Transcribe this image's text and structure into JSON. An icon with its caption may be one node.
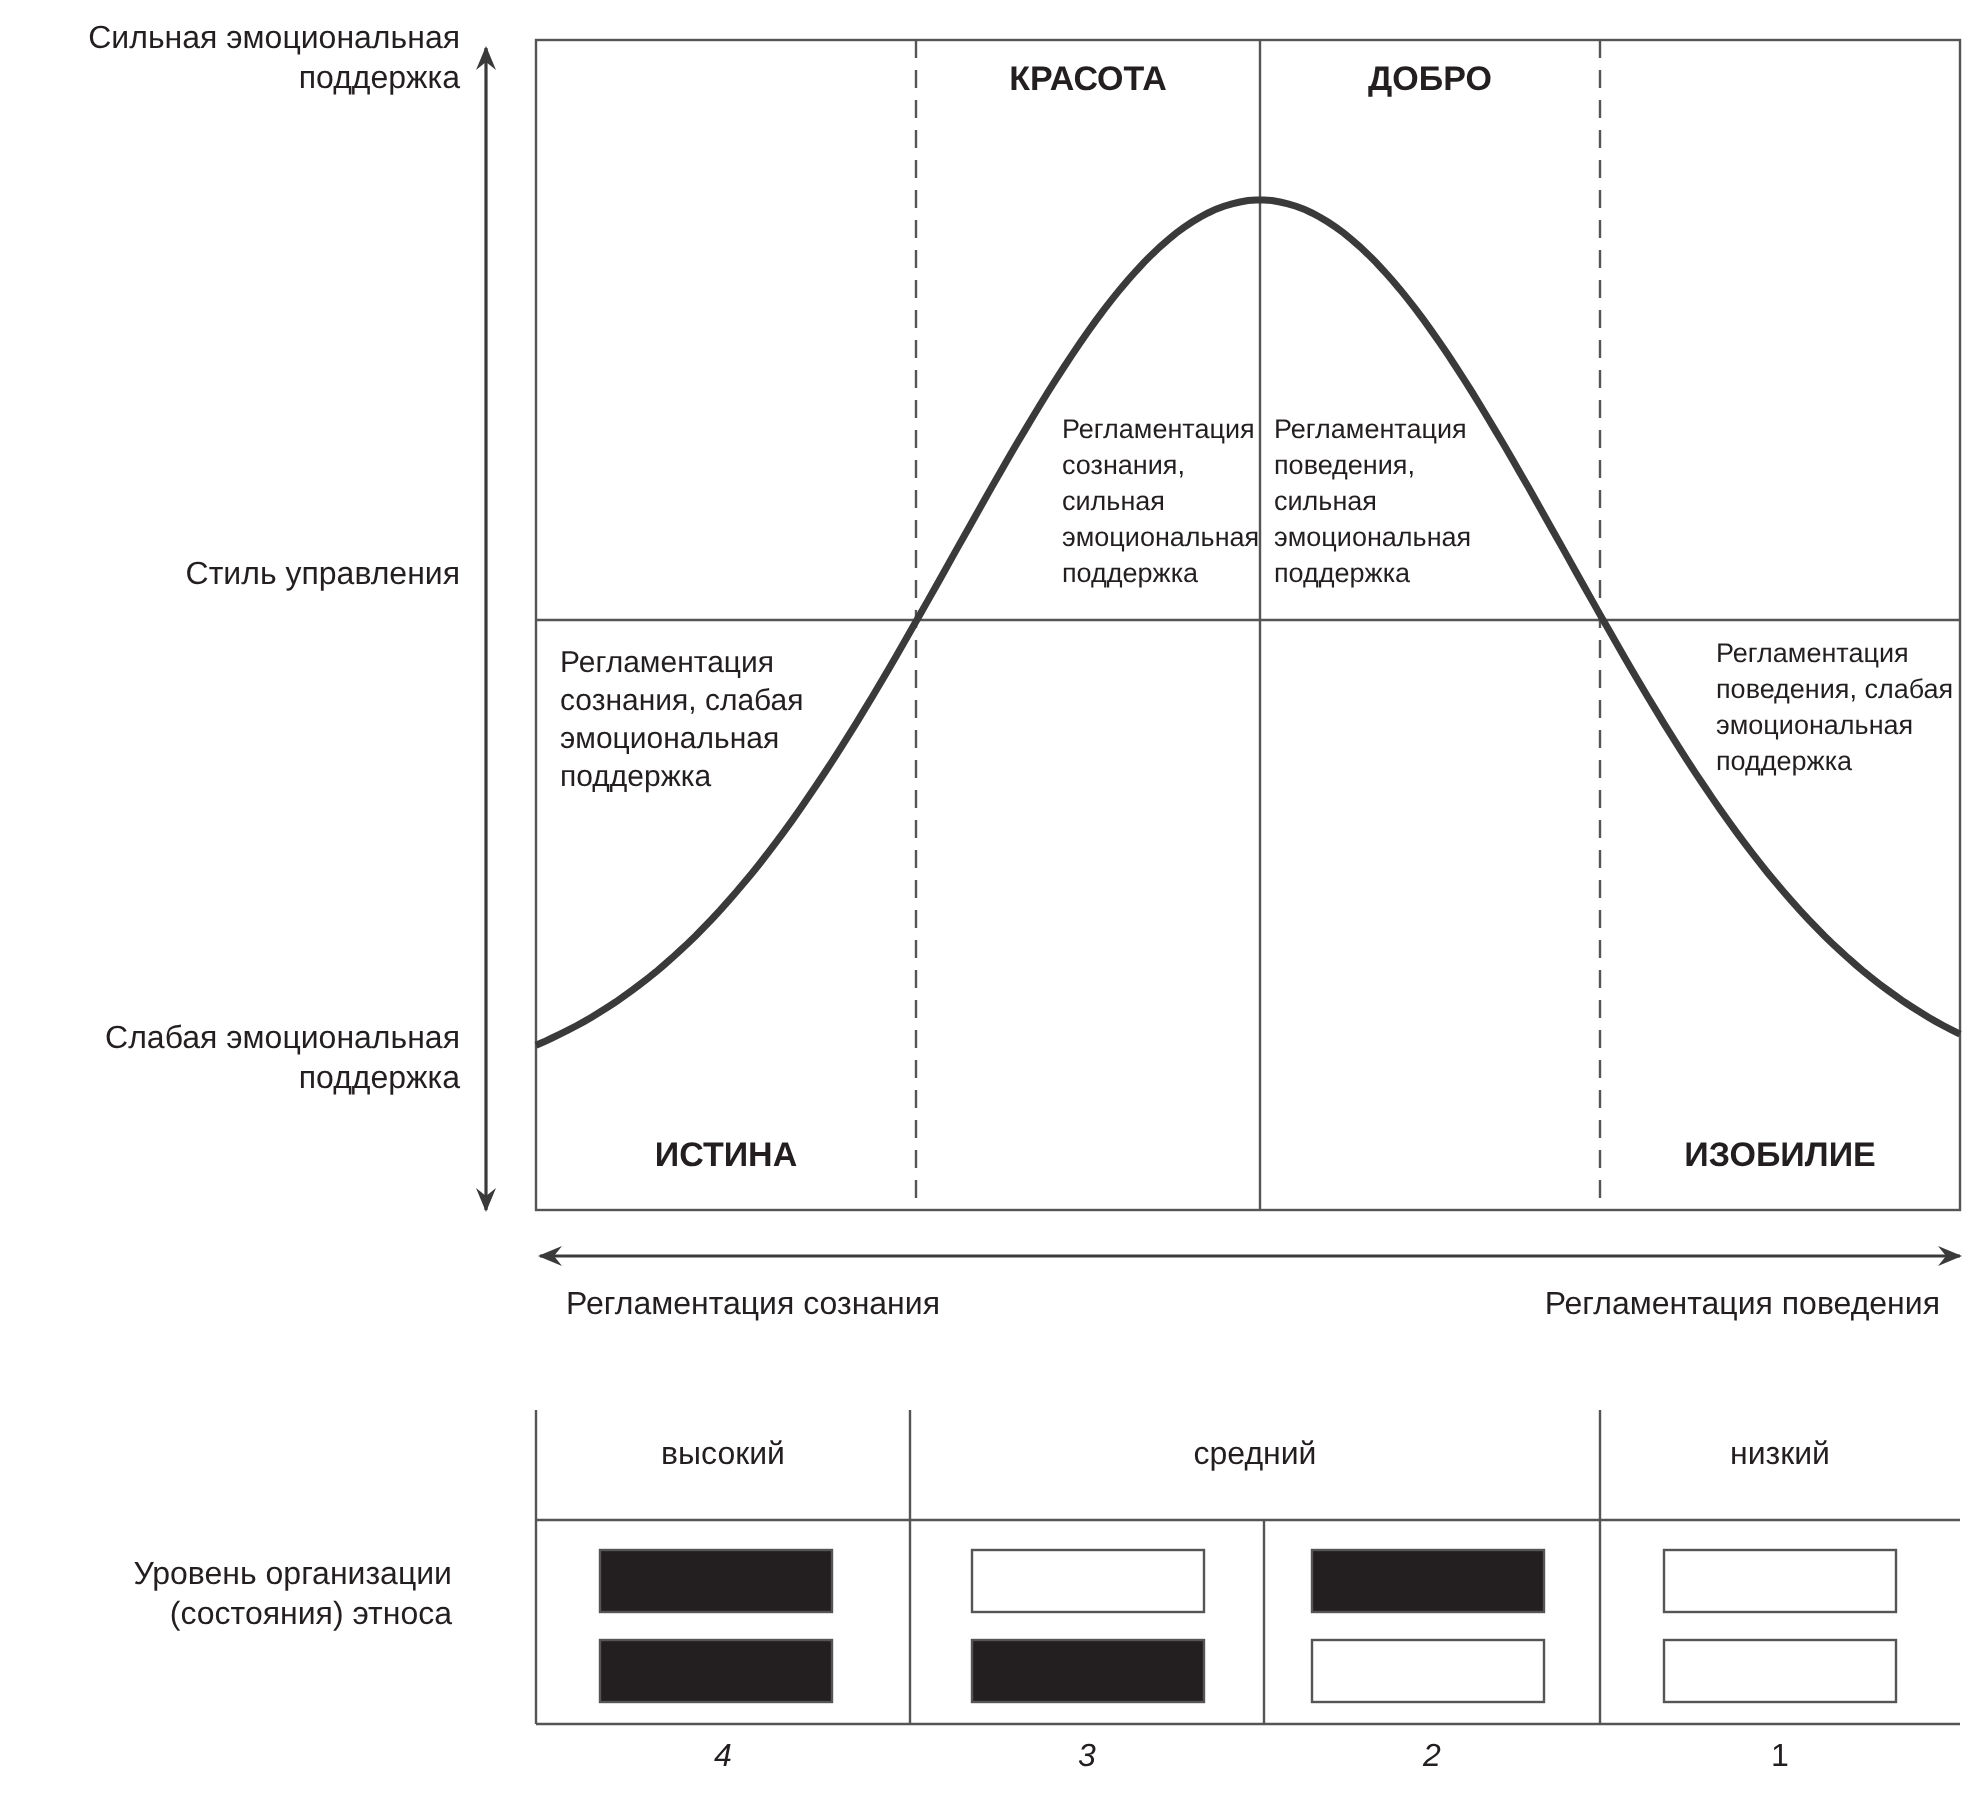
{
  "diagram": {
    "nodes": [
      {
        "text": [],
        "shape": "bar"
      },
      {
        "text": [],
        "shape": "box"
      },
      {
        "text": [],
        "shape": "bar"
      },
      {
        "text": [],
        "shape": "box"
      },
      {
        "text": [],
        "shape": "bar"
      },
      {
        "text": [],
        "shape": "bar"
      },
      {
        "text": [],
        "shape": "box"
      },
      {
        "text": [],
        "shape": "box"
      }
    ],
    "labels": [
      "Сильная эмоциональная поддержка",
      "КРАСОТА",
      "ДОБРО",
      "Регламентация сознания, сильная эмоциональная поддержка",
      "Регламентация поведения, сильная эмоциональная поддержка",
      "Стиль управления",
      "Регламентация сознания, слабая эмоциональная поддержка",
      "Регламентация поведения, слабая эмоциональная поддержка",
      "Слабая эмоциональная поддержка",
      "ИСТИНА",
      "ИЗОБИЛИЕ",
      "Регламентация сознания",
      "Регламентация поведения",
      "высокий",
      "средний",
      "низкий",
      "Уровень организации (состояния) этноса",
      "4",
      "3",
      "2",
      "1"
    ]
  }
}
